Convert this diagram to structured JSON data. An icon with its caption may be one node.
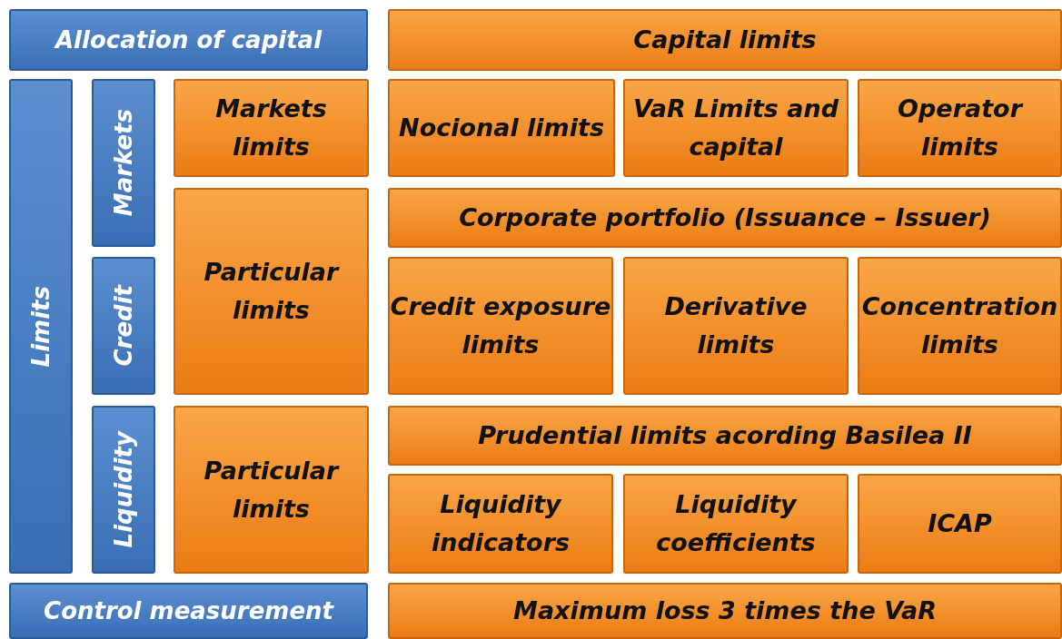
{
  "diagram": {
    "nodes": [
      {
        "text": [
          "Allocation of capital"
        ]
      },
      {
        "text": [
          "Capital limits"
        ]
      },
      {
        "text": [
          "Limits"
        ]
      },
      {
        "text": [
          "Markets"
        ]
      },
      {
        "text": [
          "Markets limits"
        ]
      },
      {
        "text": [
          "Nocional limits"
        ]
      },
      {
        "text": [
          "VaR Limits and capital"
        ]
      },
      {
        "text": [
          "Operator limits"
        ]
      },
      {
        "text": [
          "Corporate portfolio (Issuance – Issuer)"
        ]
      },
      {
        "text": [
          "Credit"
        ]
      },
      {
        "text": [
          "Particular limits"
        ]
      },
      {
        "text": [
          "Credit exposure limits"
        ]
      },
      {
        "text": [
          "Derivative limits"
        ]
      },
      {
        "text": [
          "Concentration limits"
        ]
      },
      {
        "text": [
          "Liquidity"
        ]
      },
      {
        "text": [
          "Particular limits"
        ]
      },
      {
        "text": [
          "Prudential limits acording Basilea II"
        ]
      },
      {
        "text": [
          "Liquidity indicators"
        ]
      },
      {
        "text": [
          "Liquidity coefficients"
        ]
      },
      {
        "text": [
          "ICAP"
        ]
      },
      {
        "text": [
          "Control measurement"
        ]
      },
      {
        "text": [
          "Maximum loss 3 times the VaR"
        ]
      }
    ]
  }
}
